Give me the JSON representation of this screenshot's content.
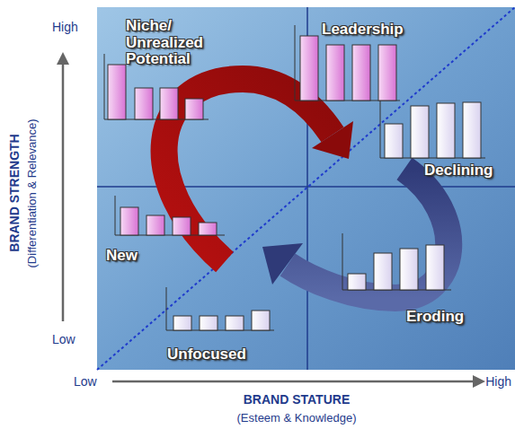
{
  "diagram": {
    "labels": [
      "High",
      "Low",
      "BRAND STRENGTH",
      "(Differentiation & Relevance)",
      "Low",
      "High",
      "BRAND STATURE",
      "(Esteem & Knowledge)",
      "Niche/ Unrealized Potential",
      "Leadership",
      "Declining",
      "New",
      "Eroding",
      "Unfocused"
    ]
  }
}
